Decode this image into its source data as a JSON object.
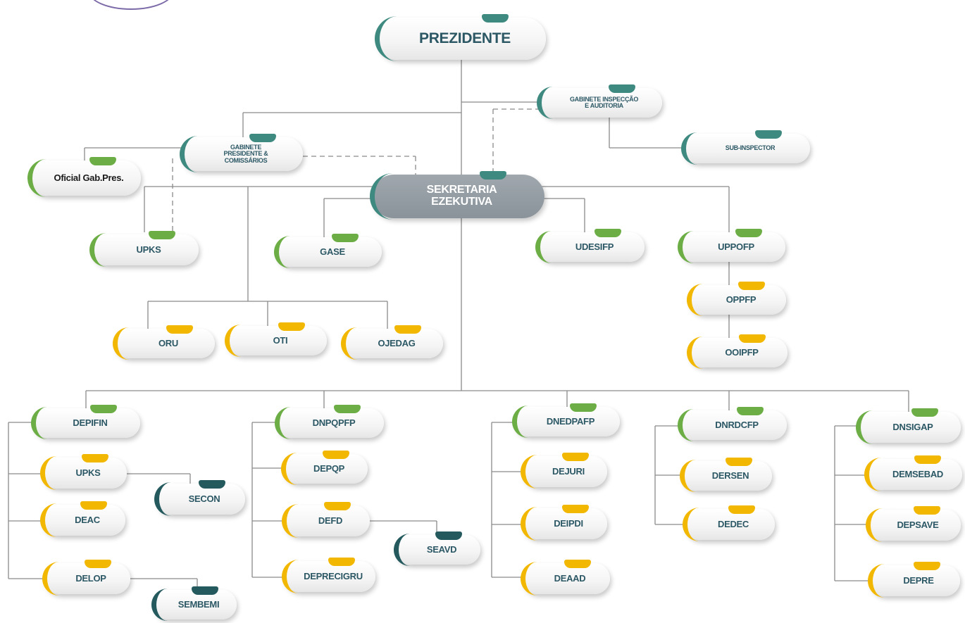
{
  "colors": {
    "teal": "#3f8a80",
    "green": "#6cae45",
    "yellow": "#f2b700",
    "dark": "#245a5e",
    "line": "#8a8a8a"
  },
  "nodes": {
    "prezidente": "PREZIDENTE",
    "gabinete_inspeccao": "GABINETE INSPECÇÃO\nE AUDITORIA",
    "sub_inspector": "SUB-INSPECTOR",
    "gabinete_presidente": "GABINETE\nPRESIDENTE &\nCOMISSÁRIOS",
    "oficial_gab": "Oficial Gab.Pres.",
    "sekretaria": "SEKRETARIA\nEZEKUTIVA",
    "upks_top": "UPKS",
    "gase": "GASE",
    "udesifp": "UDESIFP",
    "uppofp": "UPPOFP",
    "oppfp": "OPPFP",
    "ooipfp": "OOIPFP",
    "oru": "ORU",
    "oti": "OTI",
    "ojedag": "OJEDAG",
    "depifin": "DEPIFIN",
    "upks": "UPKS",
    "secon": "SECON",
    "deac": "DEAC",
    "delop": "DELOP",
    "sembemi": "SEMBEMI",
    "dnpqpfp": "DNPQPFP",
    "depqp": "DEPQP",
    "defd": "DEFD",
    "seavd": "SEAVD",
    "deprecigru": "DEPRECIGRU",
    "dnedpafp": "DNEDPAFP",
    "dejuri": "DEJURI",
    "deipdi": "DEIPDI",
    "deaad": "DEAAD",
    "dnrdcfp": "DNRDCFP",
    "dersen": "DERSEN",
    "dedec": "DEDEC",
    "dnsigap": "DNSIGAP",
    "demsebad": "DEMSEBAD",
    "depsave": "DEPSAVE",
    "depre": "DEPRE"
  }
}
